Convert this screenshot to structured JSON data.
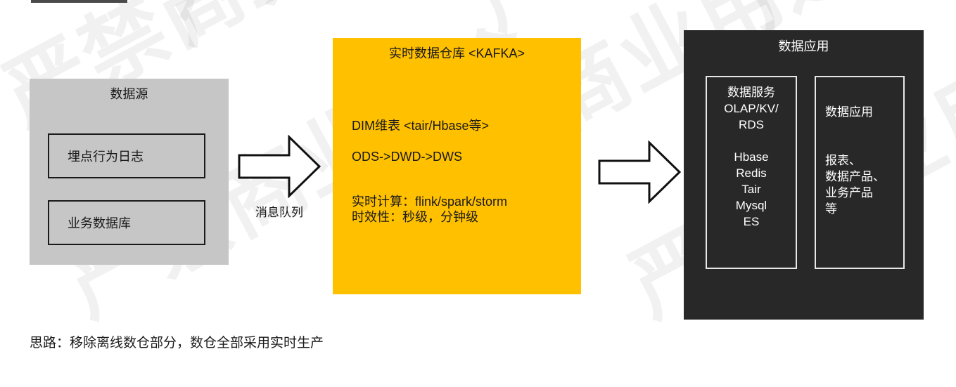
{
  "top_bar": {
    "present": true
  },
  "colors": {
    "source_panel_bg": "#c6c6c6",
    "warehouse_panel_bg": "#ffc000",
    "app_panel_bg": "#282828",
    "text_dark": "#1a1a1a",
    "text_light": "#ffffff",
    "top_bar": "#4a4a4a"
  },
  "watermark": {
    "text": "严禁商业用途"
  },
  "source_panel": {
    "title": "数据源",
    "items": [
      {
        "label": "埋点行为日志"
      },
      {
        "label": "业务数据库"
      }
    ]
  },
  "arrows": [
    {
      "name": "message-queue-arrow",
      "label": "消息队列"
    },
    {
      "name": "serving-arrow",
      "label": ""
    }
  ],
  "warehouse_panel": {
    "title": "实时数据仓库 <KAFKA>",
    "lines": [
      "DIM维表 <tair/Hbase等>",
      "ODS->DWD->DWS",
      "实时计算：flink/spark/storm",
      "时效性：秒级，分钟级"
    ]
  },
  "app_panel": {
    "title": "数据应用",
    "boxes": [
      {
        "name": "data-service-box",
        "lines": [
          "数据服务",
          "OLAP/KV/",
          "RDS",
          "",
          "Hbase",
          "Redis",
          "Tair",
          "Mysql",
          "ES"
        ]
      },
      {
        "name": "data-application-box",
        "lines": [
          "数据应用",
          "",
          "报表、",
          "数据产品、",
          "业务产品",
          "等"
        ]
      }
    ]
  },
  "footer": {
    "note": "思路：移除离线数仓部分，数仓全部采用实时生产"
  }
}
